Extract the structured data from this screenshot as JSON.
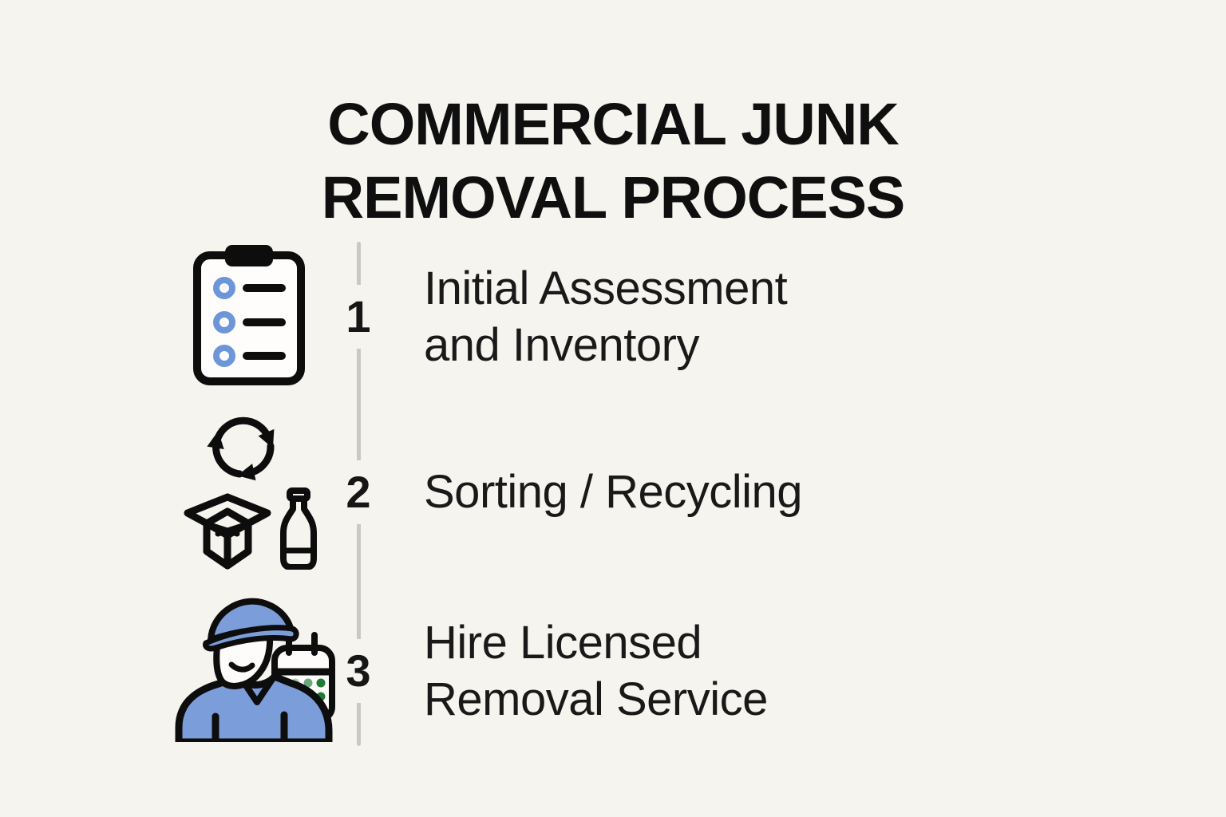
{
  "title": {
    "line1": "COMMERCIAL JUNK",
    "line2": "REMOVAL PROCESS"
  },
  "steps": [
    {
      "number": "1",
      "icon": "clipboard-checklist-icon",
      "line1": "Initial Assessment",
      "line2": "and Inventory"
    },
    {
      "number": "2",
      "icon": "recycling-box-bottle-icon",
      "line1": "Sorting / Recycling",
      "line2": ""
    },
    {
      "number": "3",
      "icon": "worker-calendar-icon",
      "line1": "Hire Licensed",
      "line2": "Removal Service"
    }
  ],
  "colors": {
    "background": "#f5f4ef",
    "title_text": "#0f0f0f",
    "body_text": "#191919",
    "divider": "#c9c8c4",
    "icon_outline": "#0d0d0d",
    "icon_blue": "#7b9edb",
    "icon_blue_ring": "#6d95da",
    "icon_green": "#1d7c35"
  }
}
